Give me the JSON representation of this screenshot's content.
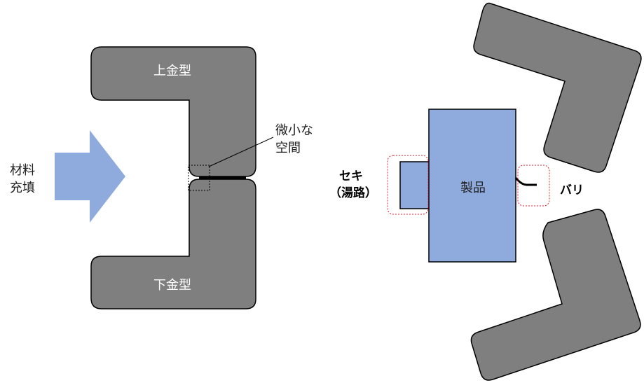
{
  "left": {
    "upper_mold_label": "上金型",
    "lower_mold_label": "下金型",
    "material_fill_label": [
      "材料",
      "充填"
    ],
    "gap_label": [
      "微小な",
      "空間"
    ]
  },
  "right": {
    "product_label": "製品",
    "gate_label": [
      "セキ",
      "（湯路）"
    ],
    "burr_label": "バリ"
  },
  "colors": {
    "mold_fill": "#7f7f7f",
    "mold_stroke": "#000000",
    "accent_blue": "#8faadc",
    "dotted_red": "#e0202a"
  }
}
